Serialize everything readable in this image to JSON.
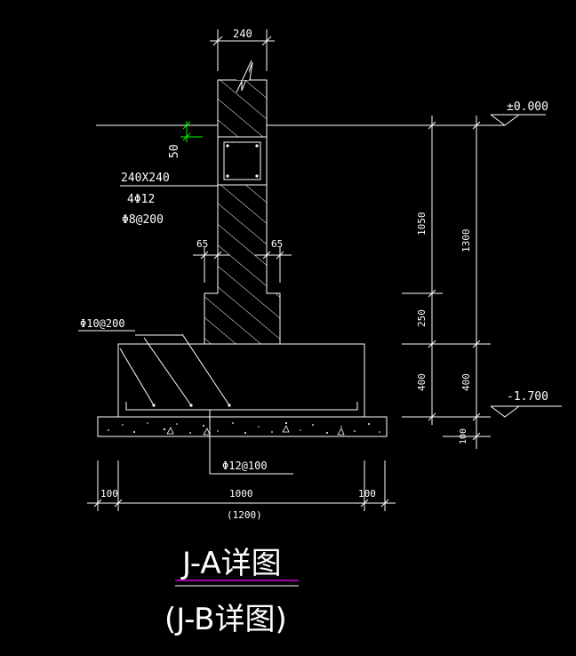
{
  "colors": {
    "background": "#000000",
    "line": "#ffffff",
    "accent_green": "#00ff00",
    "title_underline": "#ff00ff"
  },
  "dimensions": {
    "column_width": "240",
    "offset_50": "50",
    "col_section": "240X240",
    "col_rebar": "4Φ12",
    "col_stirrup": "Φ8@200",
    "step_left": "65",
    "step_right": "65",
    "wall_top_rebar": "Φ10@200",
    "bottom_rebar": "Φ12@100",
    "base_left": "100",
    "base_middle": "1000",
    "base_right": "100",
    "base_total": "(1200)",
    "height_1050": "1050",
    "height_250": "250",
    "height_400_inner": "400",
    "height_1300": "1300",
    "height_400_outer": "400",
    "height_100": "100"
  },
  "levels": {
    "top": "±0.000",
    "bottom": "-1.700"
  },
  "titles": {
    "main": "J-A详图",
    "sub": "(J-B详图)"
  }
}
